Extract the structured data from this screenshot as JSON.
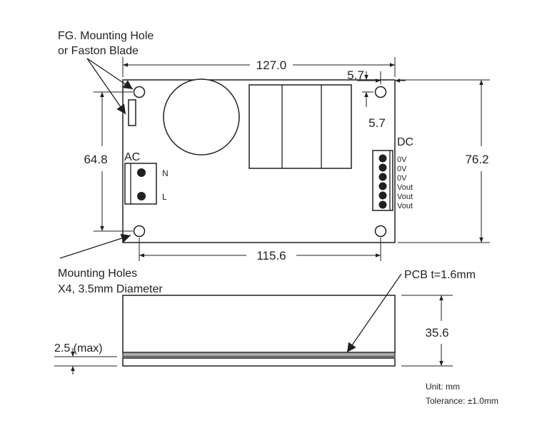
{
  "labels": {
    "fg_line1": "FG. Mounting Hole",
    "fg_line2": "or Faston Blade",
    "mounting_line1": "Mounting Holes",
    "mounting_line2": "X4, 3.5mm Diameter",
    "ac": "AC",
    "n": "N",
    "l": "L",
    "dc": "DC",
    "pcb": "PCB t=1.6mm",
    "unit": "Unit: mm",
    "tolerance": "Tolerance: ±1.0mm"
  },
  "dimensions": {
    "width": "127.0",
    "hole_offset_x": "5.7",
    "hole_offset_y": "5.7",
    "hole_spacing_y": "64.8",
    "height": "76.2",
    "hole_spacing_x": "115.6",
    "profile_height": "35.6",
    "standoff": "2.5 (max)"
  },
  "dc_pins": [
    "0V",
    "0V",
    "0V",
    "Vout",
    "Vout",
    "Vout"
  ]
}
